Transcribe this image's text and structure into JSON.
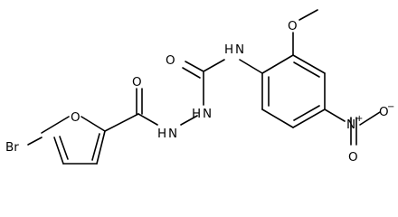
{
  "molecule": {
    "atoms": {
      "br": "Br",
      "o_furan": "O",
      "o_carbonyl_1": "O",
      "nh_hydrazide_1": "H",
      "nh_hydrazide_1_n": "N",
      "nh_hydrazide_2": "H",
      "nh_hydrazide_2_n": "N",
      "o_carbonyl_2": "O",
      "nh_amide": "H",
      "nh_amide_n": "N",
      "o_methoxy": "O",
      "n_nitro": "N",
      "n_nitro_charge": "+",
      "o_nitro_top": "O",
      "o_nitro_right": "O",
      "o_nitro_right_charge": "−"
    }
  }
}
